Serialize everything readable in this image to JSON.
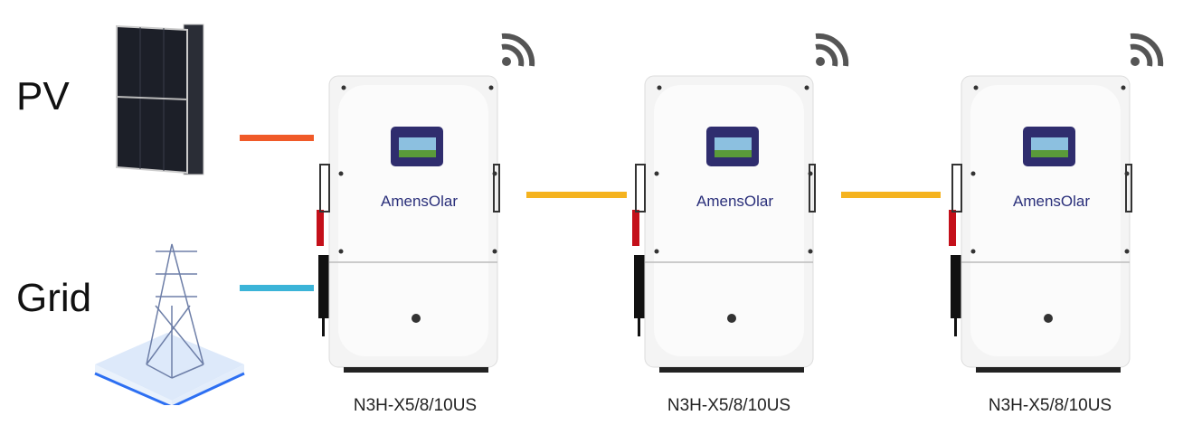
{
  "labels": {
    "pv": "PV",
    "grid": "Grid"
  },
  "inverters": [
    {
      "model": "N3H-X5/8/10US",
      "brand": "AmensOlar"
    },
    {
      "model": "N3H-X5/8/10US",
      "brand": "AmensOlar"
    },
    {
      "model": "N3H-X5/8/10US",
      "brand": "AmensOlar"
    }
  ],
  "colors": {
    "pv_line": "#f05a28",
    "grid_line": "#3bb4d8",
    "link_line": "#f5b31f",
    "brand": "#2a2f7a",
    "brand_o": "#f26a1b"
  }
}
